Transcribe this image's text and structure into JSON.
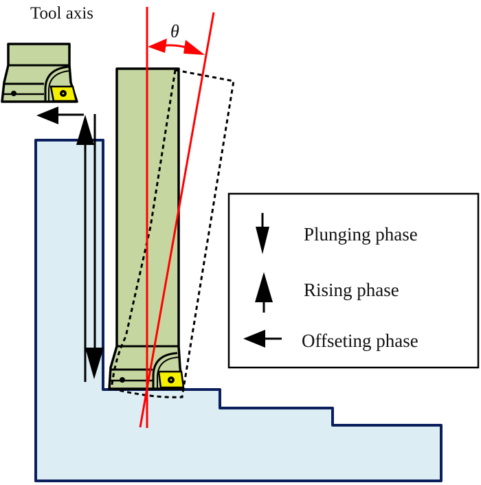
{
  "diagram": {
    "tool_axis_label": "Tool axis",
    "angle_label": "θ",
    "legend": {
      "items": [
        {
          "label": "Plunging phase",
          "arrow": "down-arrow"
        },
        {
          "label": "Rising phase",
          "arrow": "up-arrow"
        },
        {
          "label": "Offseting phase",
          "arrow": "left-arrow"
        }
      ]
    },
    "colors": {
      "workpiece_fill": "#dcedf4",
      "workpiece_stroke": "#0a1f5c",
      "tool_fill": "#c5d6a1",
      "insert_fill": "#f5f000",
      "axis_red": "#ff0000",
      "outline": "#000000"
    }
  }
}
